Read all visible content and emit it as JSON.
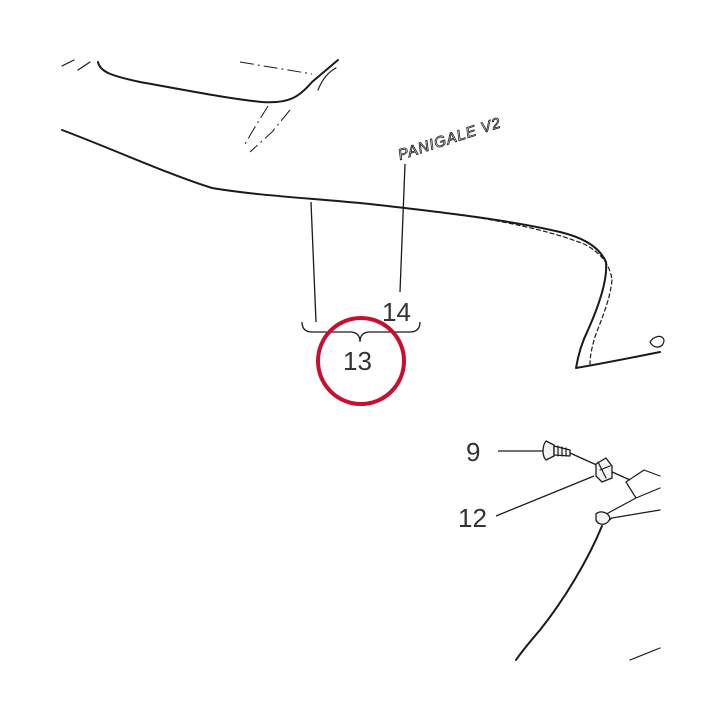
{
  "decal_text": "PANIGALE V2",
  "callouts": [
    {
      "id": "13",
      "label": "13"
    },
    {
      "id": "14",
      "label": "14"
    },
    {
      "id": "9",
      "label": "9"
    },
    {
      "id": "12",
      "label": "12"
    }
  ],
  "highlight": {
    "target": "13",
    "color": "#c8102e"
  }
}
